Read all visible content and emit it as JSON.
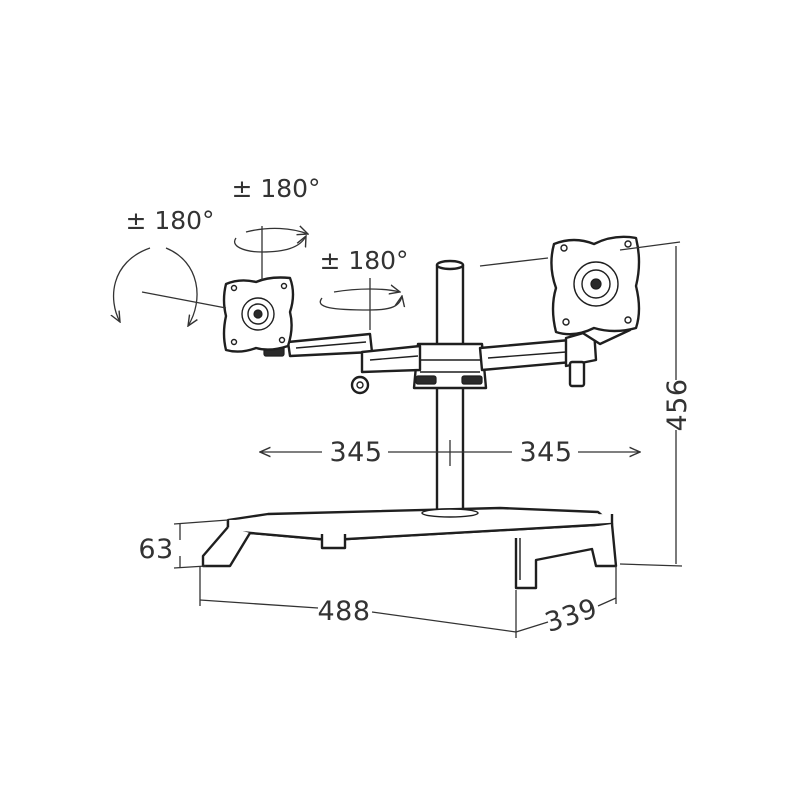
{
  "dimensions": {
    "arm_reach_left": "345",
    "arm_reach_right": "345",
    "total_height": "456",
    "base_height": "63",
    "base_width": "488",
    "base_depth": "339"
  },
  "rotations": {
    "tilt_left": "± 180°",
    "swivel_top": "± 180°",
    "swivel_mid": "± 180°"
  }
}
